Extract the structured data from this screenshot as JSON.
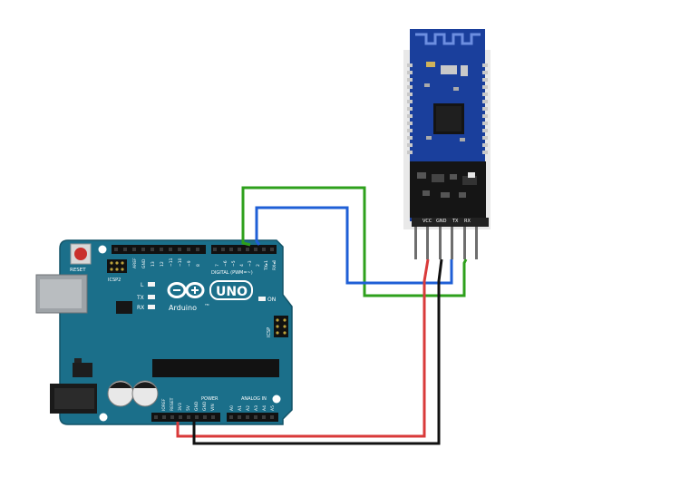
{
  "arduino": {
    "reset_label": "RESET",
    "icsp2_label": "ICSP2",
    "icsp_label": "ICSP",
    "digital_label": "DIGITAL (PWM=~)",
    "aref_label": "AREF",
    "gnd_top_label": "GND",
    "pin_13": "13",
    "pin_12": "12",
    "pin_11": "~11",
    "pin_10": "~10",
    "pin_9": "~9",
    "pin_8": "8",
    "pin_7": "7",
    "pin_6": "~6",
    "pin_5": "~5",
    "pin_4": "4",
    "pin_3": "~3",
    "pin_2": "2",
    "tx1_label": "TX▸1",
    "rx0_label": "RX◂0",
    "led_l": "L",
    "led_tx": "TX",
    "led_rx": "RX",
    "on_label": "ON",
    "logo_uno": "UNO",
    "logo_name": "Arduino",
    "logo_tm": "TM",
    "power_label": "POWER",
    "analog_label": "ANALOG IN",
    "ioref_label": "IOREF",
    "reset_pin_label": "RESET",
    "v33_label": "3V3",
    "v5_label": "5V",
    "gnd1_label": "GND",
    "gnd2_label": "GND",
    "vin_label": "VIN",
    "a0": "A0",
    "a1": "A1",
    "a2": "A2",
    "a3": "A3",
    "a4": "A4",
    "a5": "A5"
  },
  "module": {
    "vcc_label": "VCC",
    "gnd_label": "GND",
    "tx_label": "TX",
    "rx_label": "RX"
  },
  "colors": {
    "board": "#1b6f8a",
    "module_pcb": "#1a3f9c",
    "wire_green": "#2ea01c",
    "wire_blue": "#1f5fd6",
    "wire_red": "#d93a3a",
    "wire_black": "#111111"
  }
}
